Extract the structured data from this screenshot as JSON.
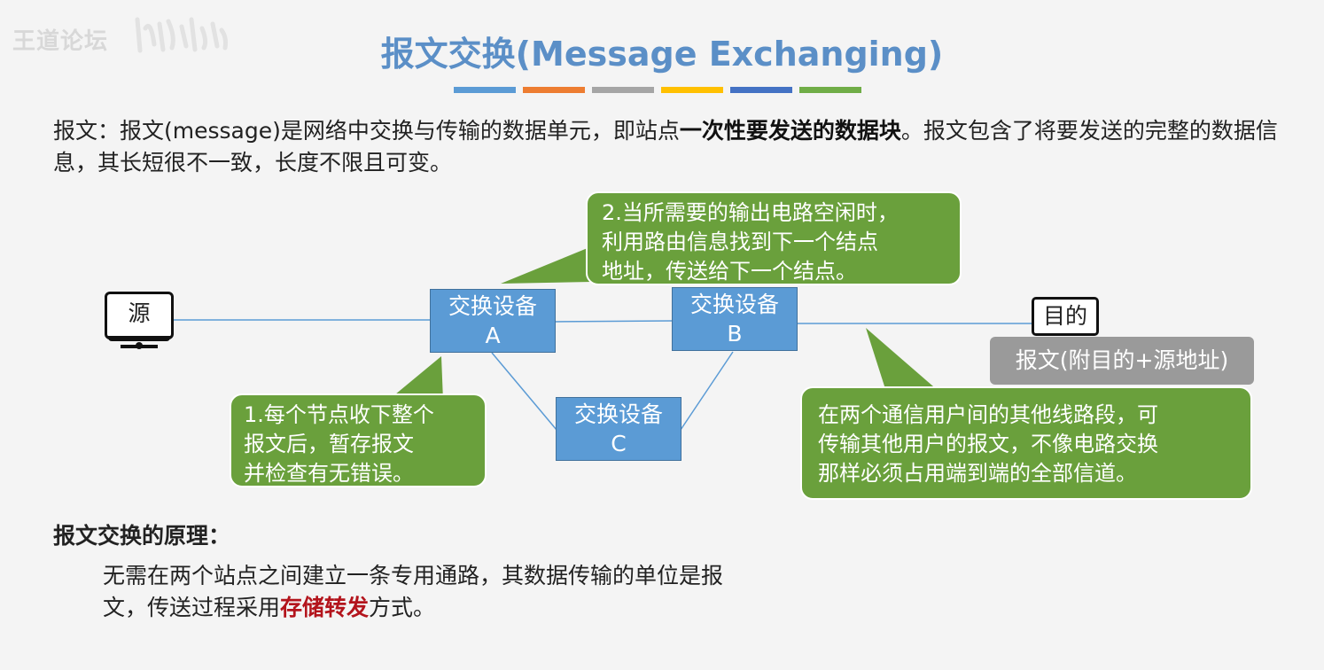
{
  "watermark": {
    "text": "王道论坛"
  },
  "title": "报文交换(Message Exchanging)",
  "title_bar_colors": [
    "#5b9bd5",
    "#ed7d31",
    "#a5a5a5",
    "#ffc000",
    "#4472c4",
    "#70ad47"
  ],
  "intro": {
    "part1": "报文：报文(message)是网络中交换与传输的数据单元，即站点",
    "bold": "一次性要发送的数据块",
    "part2": "。报文包含了将要发送的完整的数据信息，其长短很不一致，长度不限且可变。"
  },
  "nodes": {
    "source": "源",
    "dest": "目的",
    "switch_a": {
      "line1": "交换设备",
      "line2": "A"
    },
    "switch_b": {
      "line1": "交换设备",
      "line2": "B"
    },
    "switch_c": {
      "line1": "交换设备",
      "line2": "C"
    }
  },
  "message_label": "报文(附目的+源地址)",
  "callouts": {
    "c1": [
      "1.每个节点收下整个",
      "报文后，暂存报文",
      "并检查有无错误。"
    ],
    "c2": [
      "2.当所需要的输出电路空闲时，",
      "利用路由信息找到下一个结点",
      "地址，传送给下一个结点。"
    ],
    "c3": [
      "在两个通信用户间的其他线路段，可",
      "传输其他用户的报文，不像电路交换",
      "那样必须占用端到端的全部信道。"
    ]
  },
  "principle": {
    "title": "报文交换的原理：",
    "body1": "无需在两个站点之间建立一条专用通路，其数据传输的单位是报文，传送过程采用",
    "highlight": "存储转发",
    "body2": "方式。"
  },
  "colors": {
    "title": "#5b8fc7",
    "switch_box": "#5b9bd5",
    "callout": "#6aa03c",
    "highlight": "#b3141c"
  }
}
